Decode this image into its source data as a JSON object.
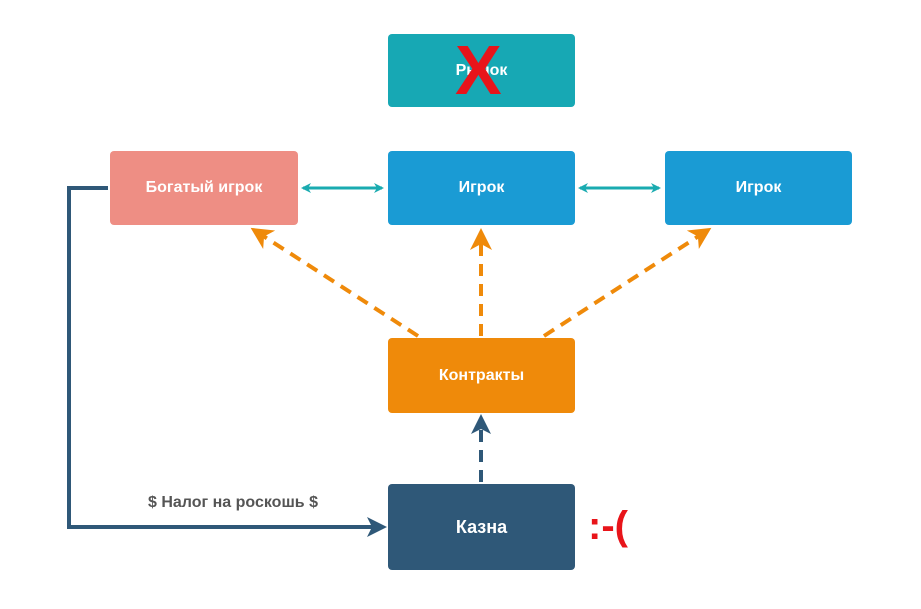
{
  "nodes": {
    "market": {
      "label": "Рынок",
      "color": "#17a8b4",
      "crossed_out": true
    },
    "rich_player": {
      "label": "Богатый игрок",
      "color": "#ee8e84"
    },
    "player_center": {
      "label": "Игрок",
      "color": "#1a9bd4"
    },
    "player_right": {
      "label": "Игрок",
      "color": "#1a9bd4"
    },
    "contracts": {
      "label": "Контракты",
      "color": "#ef8a0a"
    },
    "treasury": {
      "label": "Казна",
      "color": "#2f5878"
    }
  },
  "edges": [
    {
      "from": "rich_player",
      "to": "player_center",
      "style": "solid",
      "direction": "both",
      "color": "#1aabb0"
    },
    {
      "from": "player_center",
      "to": "player_right",
      "style": "solid",
      "direction": "both",
      "color": "#1aabb0"
    },
    {
      "from": "contracts",
      "to": "rich_player",
      "style": "dashed",
      "color": "#ef8a0a"
    },
    {
      "from": "contracts",
      "to": "player_center",
      "style": "dashed",
      "color": "#ef8a0a"
    },
    {
      "from": "contracts",
      "to": "player_right",
      "style": "dashed",
      "color": "#ef8a0a"
    },
    {
      "from": "treasury",
      "to": "contracts",
      "style": "dashed",
      "color": "#2f5878"
    },
    {
      "from": "rich_player",
      "to": "treasury",
      "style": "solid",
      "color": "#2f5878",
      "label": "$ Налог на роскошь $"
    }
  ],
  "annotations": {
    "cross_mark": "X",
    "sad_face": ":-(",
    "accent_red": "#e8141a"
  }
}
